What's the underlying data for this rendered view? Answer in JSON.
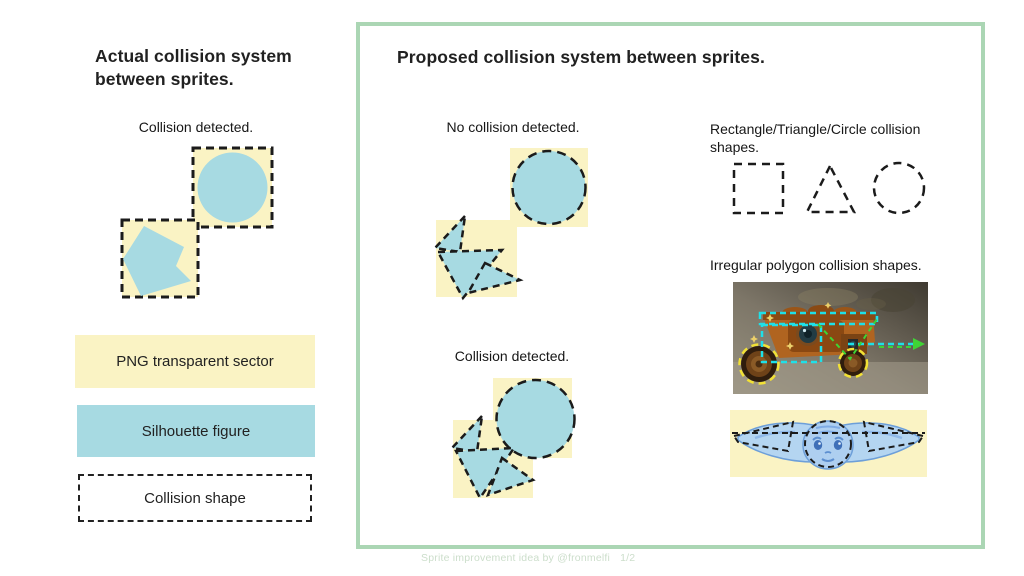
{
  "left_section": {
    "title": "Actual collision system between sprites.",
    "figure_caption": "Collision detected.",
    "legend": [
      {
        "label": "PNG transparent sector",
        "swatch": "yellow"
      },
      {
        "label": "Silhouette figure",
        "swatch": "blue"
      },
      {
        "label": "Collision shape",
        "swatch": "dashed-outline"
      }
    ]
  },
  "right_panel": {
    "title": "Proposed collision system between sprites.",
    "no_collision_caption": "No collision detected.",
    "collision_caption": "Collision detected.",
    "basic_shapes_caption": "Rectangle/Triangle/Circle collision shapes.",
    "irregular_caption": "Irregular polygon collision shapes."
  },
  "footer": {
    "credit": "Sprite improvement idea by @fronmelfi",
    "page_indicator": "1/2"
  },
  "colors": {
    "png_transparent_yellow": "#faf3c4",
    "silhouette_blue": "#a7dae2",
    "collision_dash": "#1b1b1b",
    "panel_border_green": "#abd6b4",
    "overlay_cyan": "#1ee0e8",
    "overlay_green": "#3fd43f",
    "overlay_wheel_yellow": "#f2e135",
    "credit_text": "#ccdecb"
  }
}
